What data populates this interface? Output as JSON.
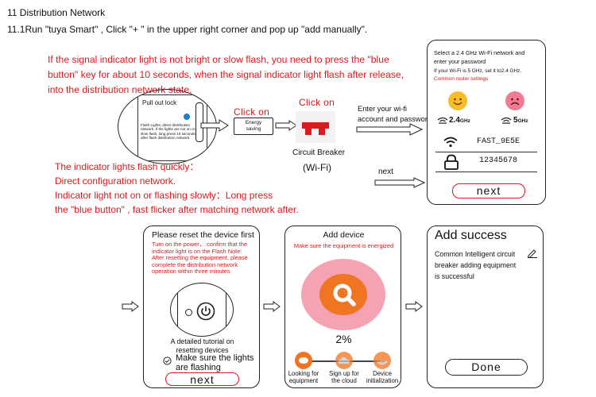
{
  "header": {
    "section": "11  Distribution Network",
    "step": "11.1Run \"tuya Smart\" , Click \"+ \" in the upper right corner and pop up \"add manually\"."
  },
  "intro_note": [
    "If the signal indicator light is not bright or slow flash, you need to press the \"blue",
    "button\" key for about 10 seconds, when the signal indicator light flash after release,",
    "into the distribution network state."
  ],
  "device_zoom": {
    "label": "Pull out lock",
    "note": "Flash Lights, direct distribution network. If the lights are not on or slow flash, long press 10 seconds after flash distribution network."
  },
  "click_on_1": "Click on",
  "energy_saving": "Energy saving",
  "click_on_2": "Click on",
  "breaker_label": "Circuit Breaker",
  "breaker_wifi": "(Wi-Fi)",
  "enter_wifi": [
    "Enter your wi-fi",
    "account and passwor"
  ],
  "next_label": "next",
  "indicator_notes": [
    "The indicator lights flash quickly：",
    "Direct configuration network.",
    "Indicator light not on or flashing slowly：Long press",
    "the \"blue button\" , fast flicker after matching network after."
  ],
  "wifi_screen": {
    "title": [
      "Select a 2.4 GHz Wi-Fi network and",
      "enter your password"
    ],
    "hint": "If your Wi-Fi is 5 GHz, set it to2.4 GHz.",
    "link": "Common router settings",
    "band_good": "2.4",
    "band_good_unit": "GHz",
    "band_bad": "5",
    "band_bad_unit": "GHz",
    "ssid": "FAST_9E5E",
    "password": "12345678",
    "next_button": "next"
  },
  "reset_screen": {
    "title": "Please reset the device first",
    "instructions": [
      "Turn on the power， confirm that the",
      "indicator light  is  on the  Flash Note:",
      " After resetting the equipment, please",
      "complete  the  distribution  network",
      "operation  within  three  minutes"
    ],
    "tutorial": [
      "A detailed tutorial on",
      "resetting devices"
    ],
    "confirm": [
      "Make sure the lights",
      "are flashing"
    ],
    "next_button": "next"
  },
  "add_screen": {
    "title": "Add device",
    "subtitle": "Make sure the equipment is energized",
    "progress_percent": "2%",
    "progress_fraction": 0.02,
    "steps": [
      {
        "label": [
          "Looking for",
          "equipment"
        ]
      },
      {
        "label": [
          "Sign up for",
          "the cloud"
        ]
      },
      {
        "label": [
          "Device",
          "initialization"
        ]
      }
    ]
  },
  "success_screen": {
    "title": "Add success",
    "message": [
      "Common Intelligent circuit",
      "breaker adding equipment",
      "is successful"
    ],
    "done_button": "Done"
  },
  "colors": {
    "accent_red": "#e0161b",
    "orange": "#f07522",
    "pink": "#f5a2b3",
    "smile": "#f6bc2a",
    "sad": "#f07b93"
  }
}
